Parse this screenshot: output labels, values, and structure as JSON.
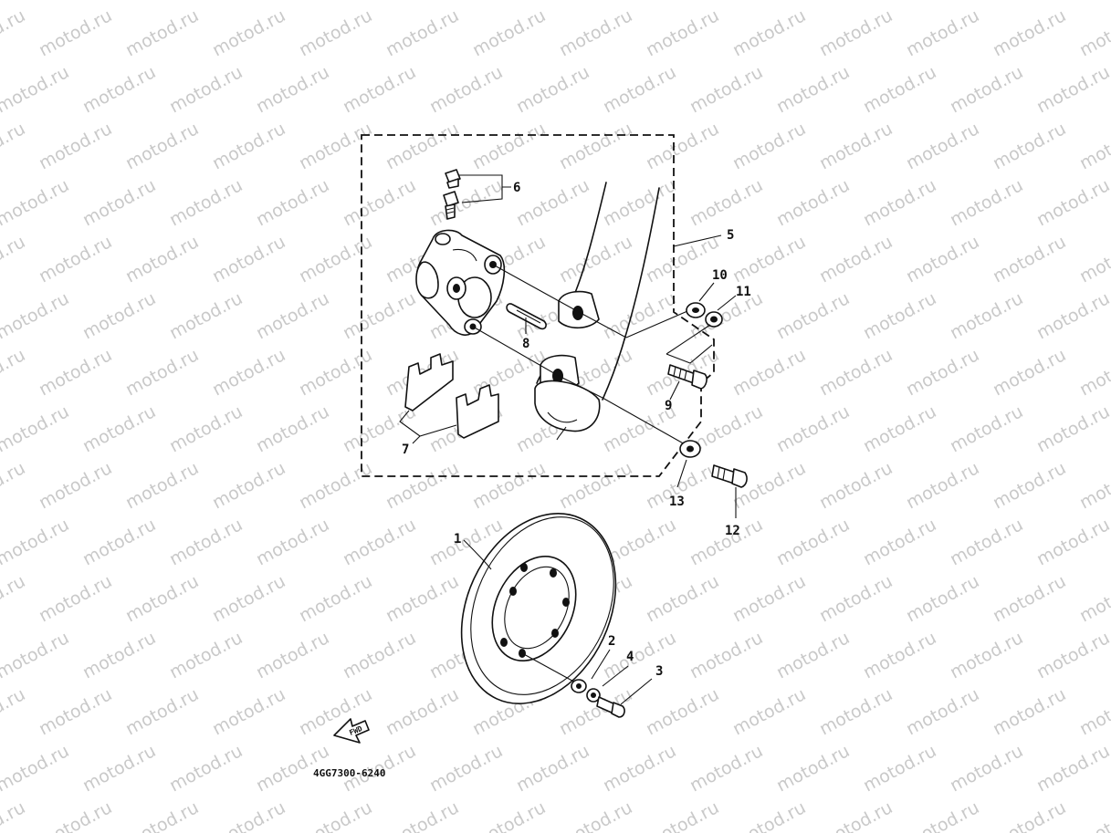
{
  "watermark": {
    "text": "motod.ru",
    "color": "#c9c9c9"
  },
  "callouts": {
    "n1": "1",
    "n2": "2",
    "n3": "3",
    "n4": "4",
    "n5": "5",
    "n6": "6",
    "n7": "7",
    "n8": "8",
    "n9": "9",
    "n10": "10",
    "n11": "11",
    "n12": "12",
    "n13": "13"
  },
  "part_number": "4GG7300-6240",
  "fwd_label": "FWD",
  "icons": {
    "caliper": "brake-caliper-icon",
    "disc": "brake-disc-icon",
    "fork": "front-fork-icon",
    "pads": "brake-pad-icon",
    "fwd": "forward-arrow-icon"
  }
}
